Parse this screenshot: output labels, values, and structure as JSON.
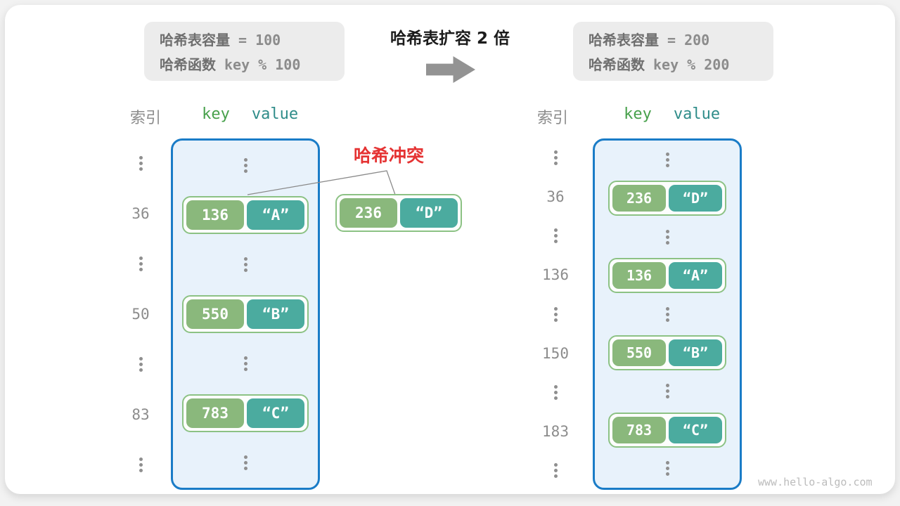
{
  "info_left": {
    "capacity_label": "哈希表容量",
    "capacity_value": "= 100",
    "func_label": "哈希函数",
    "func_value": "key % 100"
  },
  "info_right": {
    "capacity_label": "哈希表容量",
    "capacity_value": "= 200",
    "func_label": "哈希函数",
    "func_value": "key % 200"
  },
  "expansion": {
    "title": "哈希表扩容 2 倍",
    "arrow_icon": "arrow-right-icon"
  },
  "headers": {
    "index": "索引",
    "key": "key",
    "value": "value"
  },
  "collision": {
    "label": "哈希冲突",
    "pair": {
      "key": "236",
      "value": "“D”"
    }
  },
  "left_table": {
    "indices": [
      "36",
      "50",
      "83"
    ],
    "pairs": [
      {
        "key": "136",
        "value": "“A”"
      },
      {
        "key": "550",
        "value": "“B”"
      },
      {
        "key": "783",
        "value": "“C”"
      }
    ]
  },
  "right_table": {
    "indices": [
      "36",
      "136",
      "150",
      "183"
    ],
    "pairs": [
      {
        "key": "236",
        "value": "“D”"
      },
      {
        "key": "136",
        "value": "“A”"
      },
      {
        "key": "550",
        "value": "“B”"
      },
      {
        "key": "783",
        "value": "“C”"
      }
    ]
  },
  "watermark": "www.hello-algo.com",
  "colors": {
    "key-green": "#8ab87c",
    "val-teal": "#4bab9f",
    "pair-border": "#8cc284",
    "table-fill": "#e8f2fb",
    "table-border": "#1a7cc7",
    "red": "#e53333",
    "arrow-gray": "#939393",
    "header-key": "#47a04b",
    "header-val": "#2e8c89",
    "infobox-bg": "#ececec"
  }
}
